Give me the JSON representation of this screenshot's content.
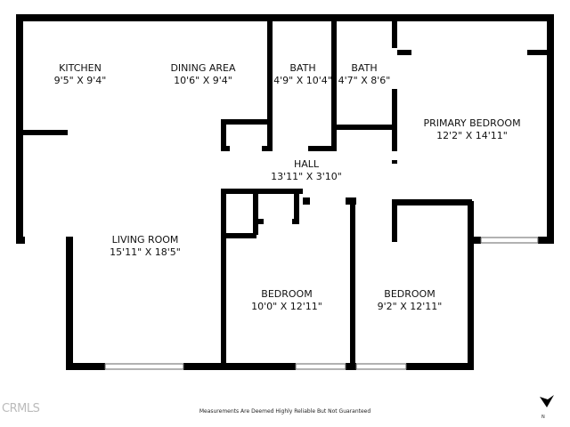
{
  "rooms": [
    {
      "name": "KITCHEN",
      "size": "9'5\" X 9'4\""
    },
    {
      "name": "DINING AREA",
      "size": "10'6\" X 9'4\""
    },
    {
      "name": "BATH",
      "size": "4'9\" X 10'4\""
    },
    {
      "name": "BATH",
      "size": "4'7\" X 8'6\""
    },
    {
      "name": "PRIMARY BEDROOM",
      "size": "12'2\" X 14'11\""
    },
    {
      "name": "HALL",
      "size": "13'11\" X 3'10\""
    },
    {
      "name": "LIVING ROOM",
      "size": "15'11\" X 18'5\""
    },
    {
      "name": "BEDROOM",
      "size": "10'0\" X 12'11\""
    },
    {
      "name": "BEDROOM",
      "size": "9'2\" X 12'11\""
    }
  ],
  "footer": {
    "disclaimer": "Measurements Are Deemed Highly Reliable But Not Guaranteed",
    "logo": "CRMLS",
    "compass": "N"
  },
  "colors": {
    "wall": "#000000",
    "background": "#ffffff"
  }
}
